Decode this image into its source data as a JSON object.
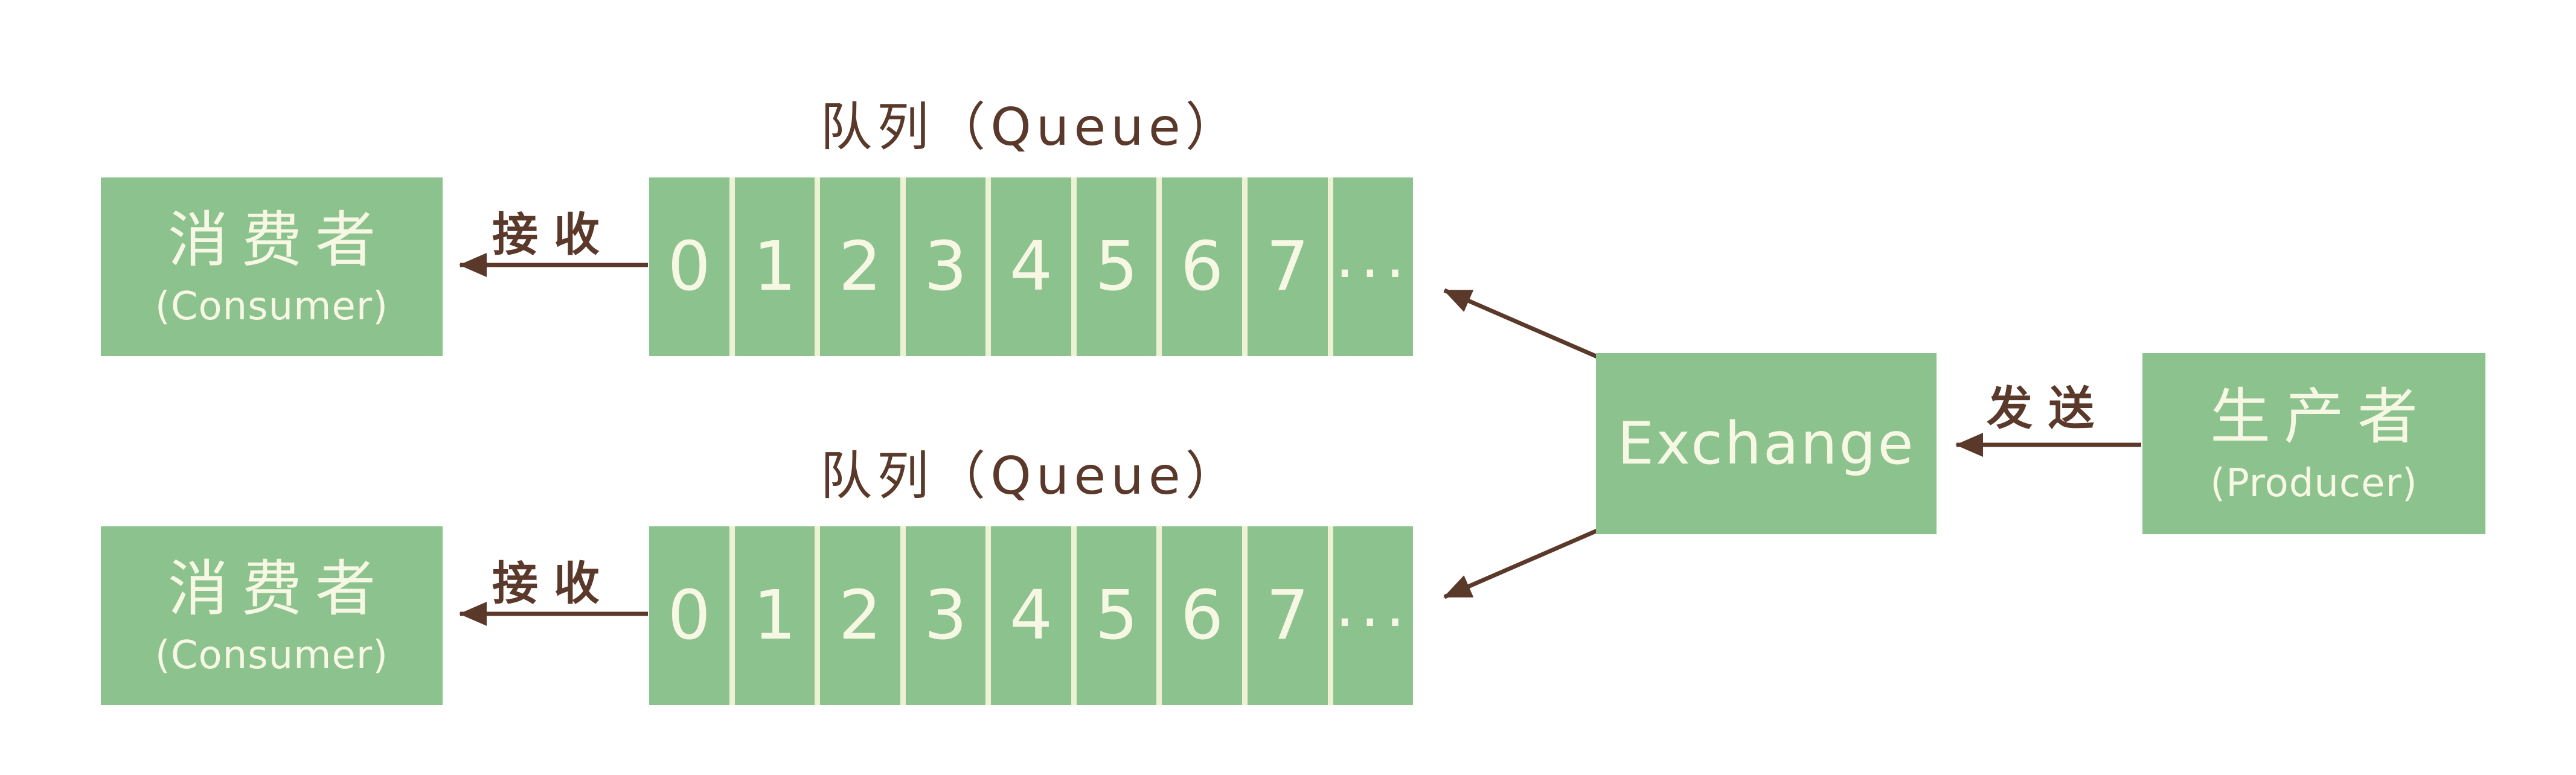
{
  "colors": {
    "box_green": "#8cc28d",
    "text_cream": "#f7f8e3",
    "divider_cream": "#edf2d4",
    "ink_brown": "#5a392b",
    "bg": "#ffffff"
  },
  "nodes": {
    "consumer_top": {
      "title": "消费者",
      "subtitle": "(Consumer)"
    },
    "consumer_bottom": {
      "title": "消费者",
      "subtitle": "(Consumer)"
    },
    "exchange": {
      "title": "Exchange"
    },
    "producer": {
      "title": "生产者",
      "subtitle": "(Producer)"
    }
  },
  "queues": {
    "top": {
      "label": "队列（Queue）",
      "cells": [
        "0",
        "1",
        "2",
        "3",
        "4",
        "5",
        "6",
        "7",
        "..."
      ]
    },
    "bottom": {
      "label": "队列（Queue）",
      "cells": [
        "0",
        "1",
        "2",
        "3",
        "4",
        "5",
        "6",
        "7",
        "..."
      ]
    }
  },
  "edges": {
    "receive_top": {
      "label": "接收"
    },
    "receive_bottom": {
      "label": "接收"
    },
    "send": {
      "label": "发送"
    }
  }
}
